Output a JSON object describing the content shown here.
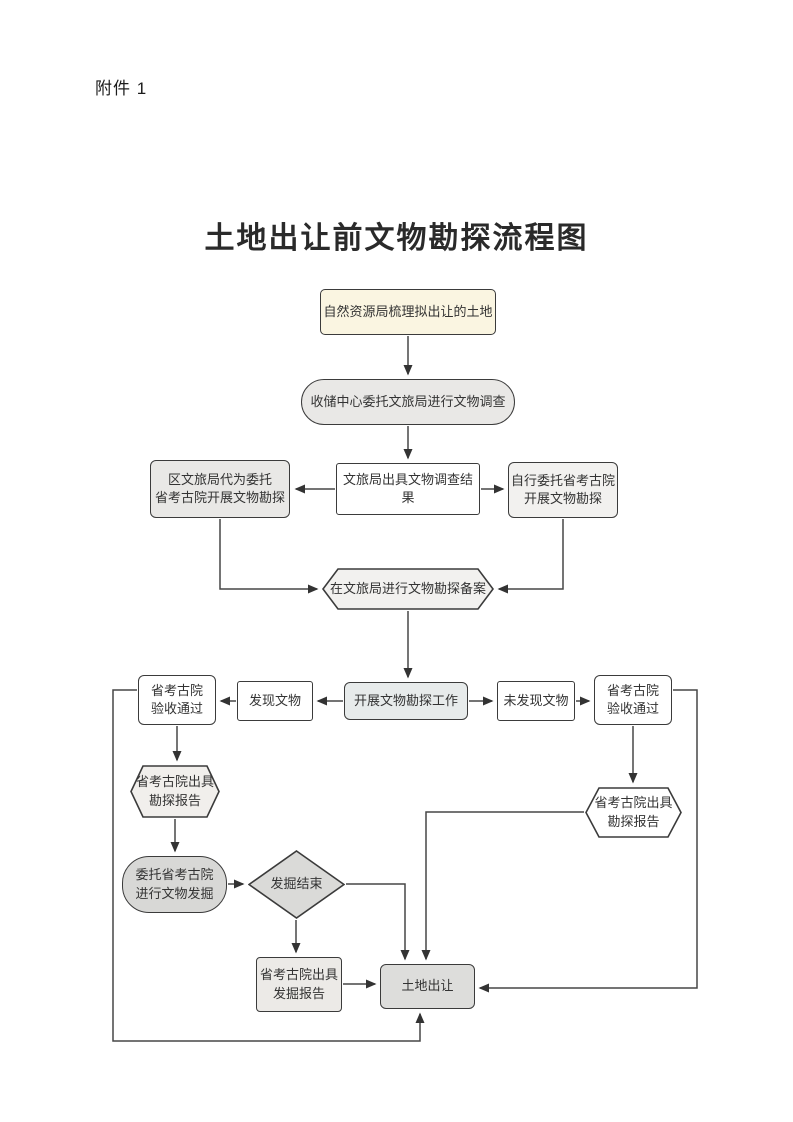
{
  "page": {
    "attachment_label": "附件 1",
    "title": "土地出让前文物勘探流程图"
  },
  "colors": {
    "node_border": "#3b3b3b",
    "line": "#474747",
    "cream_fill": "#faf5e1",
    "gray_fill": "#e9e8e6",
    "light_gray_fill": "#f2f1ef",
    "blue_gray_fill": "#e7ebeb",
    "medium_gray_fill": "#d8d8d6",
    "dark_node_fill": "#dddddb",
    "white_fill": "#ffffff"
  },
  "nodes": {
    "survey_land": {
      "label": "自然资源局梳理拟出让的土地"
    },
    "entrust_survey": {
      "label": "收储中心委托文旅局进行文物调查"
    },
    "survey_result": {
      "label": "文旅局出具文物调查结果"
    },
    "district_entrust": {
      "label": "区文旅局代为委托\n省考古院开展文物勘探"
    },
    "self_entrust": {
      "label": "自行委托省考古院\n开展文物勘探"
    },
    "filing": {
      "label": "在文旅局进行文物勘探备案"
    },
    "exploration_work": {
      "label": "开展文物勘探工作"
    },
    "relics_found": {
      "label": "发现文物"
    },
    "acceptance_left": {
      "label": "省考古院\n验收通过"
    },
    "no_relics_found": {
      "label": "未发现文物"
    },
    "acceptance_right": {
      "label": "省考古院\n验收通过"
    },
    "exploration_report_left": {
      "label": "省考古院出具\n勘探报告"
    },
    "exploration_report_right": {
      "label": "省考古院出具\n勘探报告"
    },
    "entrust_excavation": {
      "label": "委托省考古院\n进行文物发掘"
    },
    "excavation_done": {
      "label": "发掘结束"
    },
    "excavation_report": {
      "label": "省考古院出具\n发掘报告"
    },
    "land_transfer": {
      "label": "土地出让"
    }
  }
}
